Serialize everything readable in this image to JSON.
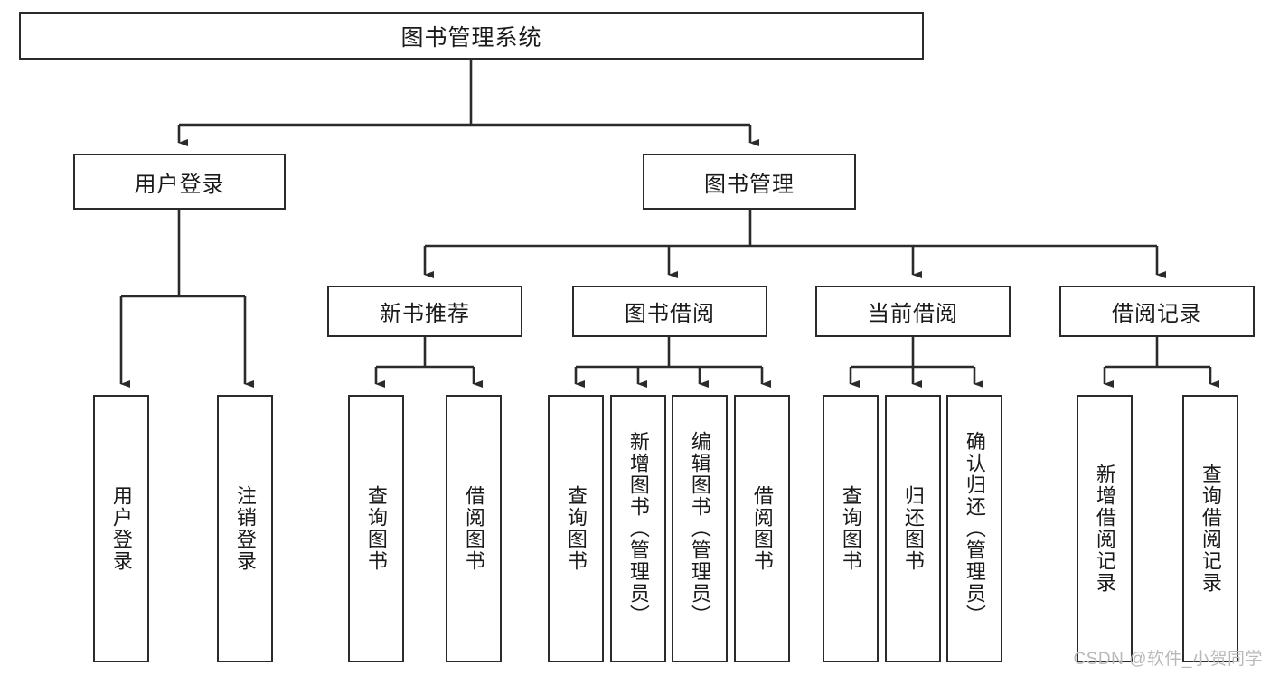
{
  "diagram": {
    "title": "图书管理系统",
    "type": "tree",
    "watermark": "CSDN @软件_小贺同学",
    "colors": {
      "box_border": "#2b2b2b",
      "box_fill": "#ffffff",
      "edge": "#2b2b2b",
      "text": "#1a1a1a",
      "watermark": "#b9b9b9"
    },
    "root": {
      "id": "root",
      "label": "图书管理系统"
    },
    "level2": [
      {
        "id": "user-login",
        "label": "用户登录"
      },
      {
        "id": "book-manage",
        "label": "图书管理"
      }
    ],
    "level3": [
      {
        "id": "new-book-rec",
        "label": "新书推荐"
      },
      {
        "id": "book-borrow",
        "label": "图书借阅"
      },
      {
        "id": "current-borrow",
        "label": "当前借阅"
      },
      {
        "id": "borrow-record",
        "label": "借阅记录"
      }
    ],
    "leaves": {
      "user-login": [
        {
          "id": "leaf-user-login",
          "label": "用户登录"
        },
        {
          "id": "leaf-logout",
          "label": "注销登录"
        }
      ],
      "new-book-rec": [
        {
          "id": "leaf-query-book-1",
          "label": "查询图书"
        },
        {
          "id": "leaf-borrow-book-1",
          "label": "借阅图书"
        }
      ],
      "book-borrow": [
        {
          "id": "leaf-query-book-2",
          "label": "查询图书"
        },
        {
          "id": "leaf-add-book",
          "label": "新增图书（管理员）"
        },
        {
          "id": "leaf-edit-book",
          "label": "编辑图书（管理员）"
        },
        {
          "id": "leaf-borrow-book-2",
          "label": "借阅图书"
        }
      ],
      "current-borrow": [
        {
          "id": "leaf-query-book-3",
          "label": "查询图书"
        },
        {
          "id": "leaf-return-book",
          "label": "归还图书"
        },
        {
          "id": "leaf-confirm-return",
          "label": "确认归还（管理员）"
        }
      ],
      "borrow-record": [
        {
          "id": "leaf-add-record",
          "label": "新增借阅记录"
        },
        {
          "id": "leaf-query-record",
          "label": "查询借阅记录"
        }
      ]
    }
  }
}
